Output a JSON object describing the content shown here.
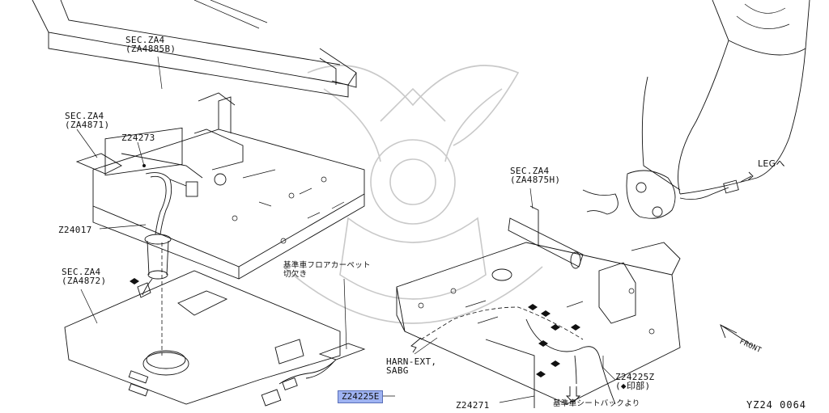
{
  "labels": {
    "sec_za4885b": "SEC.ZA4\n(ZA4885B)",
    "sec_za4871": "SEC.ZA4\n(ZA4871)",
    "z24273": "Z24273",
    "z24017": "Z24017",
    "sec_za4872": "SEC.ZA4\n(ZA4872)",
    "carpet_note": "基準車フロアカーペット\n切欠き",
    "z24225e": "Z24225E",
    "sec_za4875h": "SEC.ZA4\n(ZA4875H)",
    "leg": "LEGへ",
    "harn_ext": "HARN-EXT,\nSABG",
    "z24225z": "Z24225Z\n(◆印部)",
    "z24271": "Z24271",
    "seatback_note": "基準車シートバックより",
    "front": "FRONT",
    "diagram_code": "YZ24 0064"
  },
  "colors": {
    "highlight": "#9fb3f2",
    "watermark": "#c9c9c9",
    "line": "#111111"
  }
}
